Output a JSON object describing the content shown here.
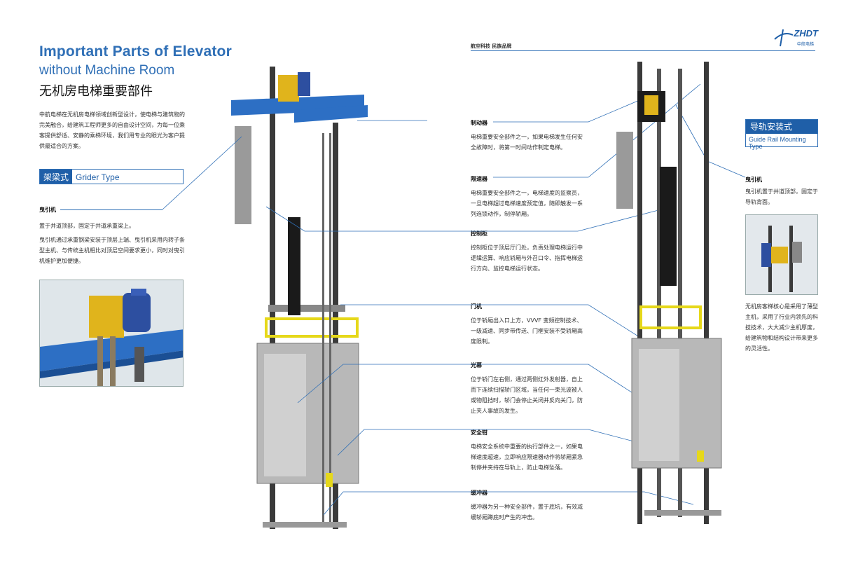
{
  "title": {
    "en_main": "Important Parts of Elevator",
    "en_sub": "without Machine Room",
    "cn": "无机房电梯重要部件"
  },
  "intro": "中航电梯在无机房电梯领域创新型设计，使电梯与建筑物的完美融合，给建筑工程师更多的自由设计空间，为每一位乘客提供舒适、安静的乘梯环境，我们用专业的眼光为客户提供最适合的方案。",
  "grider_type": {
    "cn": "架梁式",
    "en": "Grider Type"
  },
  "left_traction": {
    "label": "曳引机",
    "p1": "置于井道顶部，固定于井道承重梁上。",
    "p2": "曳引机通过承重钢梁安装于顶层上端、曳引机采用内转子条型主机、与传统主机相比对顶层空间要求更小，同时对曳引机维护更加便捷。"
  },
  "brand": {
    "slogan": "航空科技 民族品牌",
    "logo_text": "ZHDT",
    "logo_cn": "中航电梯"
  },
  "parts": [
    {
      "label": "制动器",
      "text": "电梯重要安全部件之一，如果电梯发生任何安全故障时，将第一时间动作制定电梯。"
    },
    {
      "label": "限速器",
      "text": "电梯重要安全部件之一，电梯速度的监察员，一旦电梯超过电梯速度预定值，随即触发一系列连锁动作，制停轿厢。"
    },
    {
      "label": "控制柜",
      "text": "控制柜位于顶层厅门处，负责处理电梯运行中逻辑运算、响应轿厢与外召口令、指挥电梯运行方向、监控电梯运行状态。"
    },
    {
      "label": "门机",
      "text": "位于轿厢出入口上方，VVVF 变频控制技术、一级减速、同步带传送、门框安装不受轿厢高度限制。"
    },
    {
      "label": "光幕",
      "text": "位于轿门左右侧，通过两侧红外发射器，自上而下连续扫描轿门区域，当任何一束光波被人或物阻挡时，轿门会停止关闭并反向关门，防止夹人事故的发生。"
    },
    {
      "label": "安全钳",
      "text": "电梯安全系统中重要的执行部件之一，如果电梯速度超速，立即响应限速器动作将轿厢紧急制停并夹持在导轨上，防止电梯坠落。"
    },
    {
      "label": "缓冲器",
      "text": "缓冲器为另一种安全部件，置于底坑，有效减缓轿厢蹲底时产生的冲击。"
    }
  ],
  "rail_type": {
    "cn": "导轨安装式",
    "en": "Guide Rail Mounting Type"
  },
  "right_traction": {
    "label": "曳引机",
    "text": "曳引机置于井道顶部，固定于导轨背面。",
    "core": "无机房客梯核心是采用了薄型主机，采用了行业内领先的科技技术，大大减少主机厚度，给建筑物和结构设计带来更多的灵活性。"
  },
  "colors": {
    "accent": "#1f5fa8",
    "beam": "#2d6fc4",
    "rail_yellow": "#e6d81a"
  }
}
